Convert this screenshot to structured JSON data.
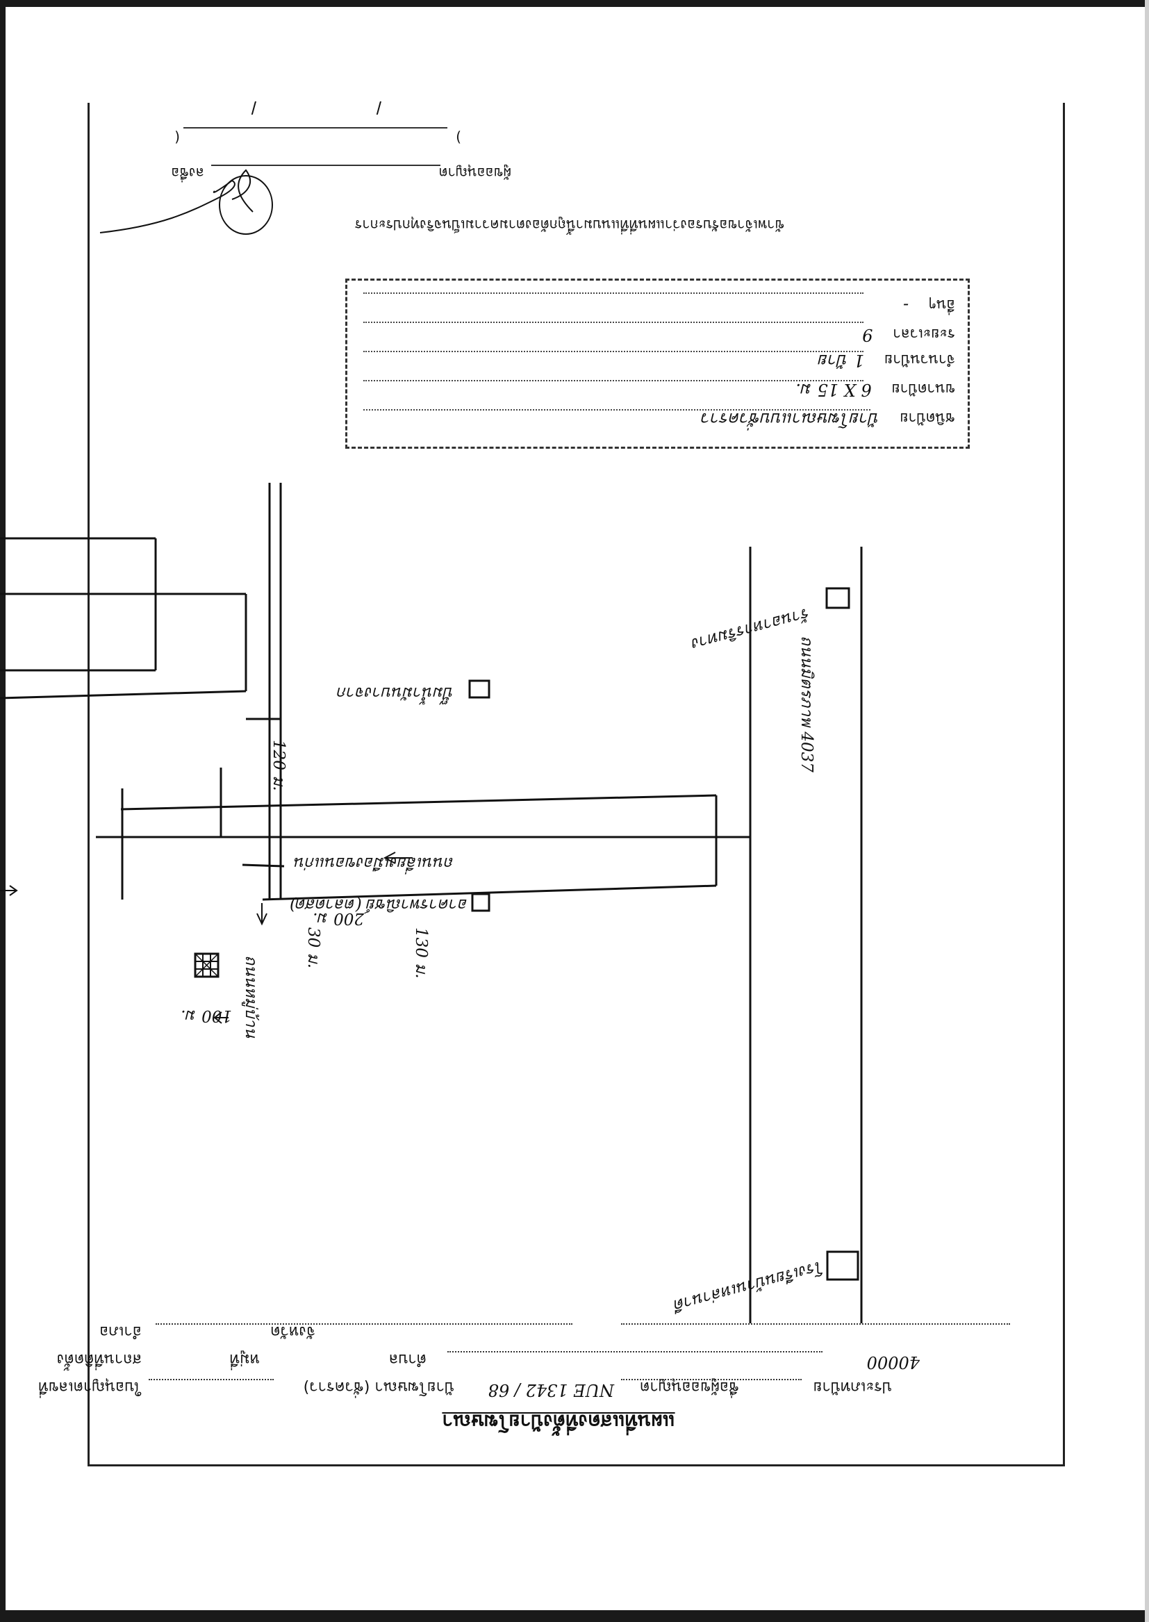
{
  "header": {
    "title": "แผนที่แสดงที่ตั้งป้ายโฆษณา",
    "license_label": "ใบอนุญาตเลขที่",
    "license_no": "NUE 1342 / 68",
    "applicant_label": "ชื่อผู้ขออนุญาต",
    "signboard_type_label": "ประเภทป้าย",
    "signboard_type_value": "ป้ายโฆษณา (ชั่วคราว)",
    "place_label": "สถานที่ติดตั้ง",
    "village_label": "หมู่ที่",
    "subdistrict_label": "ตำบล",
    "district_label": "อำเภอ",
    "province_label": "จังหวัด",
    "postcode": "40000"
  },
  "map": {
    "highway_label": "ถนนมิตรภาพ 4037",
    "side_road_label": "ถนนเลี่ยงเมืองขอนแก่น",
    "lane_label": "ถนนหมู่บ้าน",
    "dist_120": "120 ม.",
    "dist_200": "200 ม.",
    "dist_130": "130 ม.",
    "dist_30": "30 ม.",
    "dist_100": "100 ม.",
    "landmark_1": "ปั๊มน้ำมันบางจาก",
    "landmark_2": "อาคารพาณิชย์ (ตลาดสด)",
    "landmark_3": "ร้านอาหารริมทาง",
    "landmark_4": "โรงเรียนบ้านเหล่านาดี"
  },
  "info_box": {
    "type_label": "ชนิดป้าย",
    "type_value": "ป้ายโฆษณาแบบชั่วคราว",
    "size_label": "ขนาดป้าย",
    "size_value": "6 X 15 ม.",
    "count_label": "จำนวนป้าย",
    "count_value": "1 ป้าย",
    "duration_label": "ระยะเวลา",
    "duration_value": "9",
    "note_label": "อื่นๆ",
    "note_value": "-"
  },
  "certification": {
    "text": "ข้าพเจ้าขอรับรองว่าแผนที่ที่แนบมานี้ถูกต้องตามความเป็นจริงทุกประการ",
    "sign_label": "ลงชื่อ",
    "applicant_role": "ผู้ขออนุญาต",
    "date_open": "(",
    "date_close": ")",
    "slash_1": "/",
    "slash_2": "/"
  }
}
